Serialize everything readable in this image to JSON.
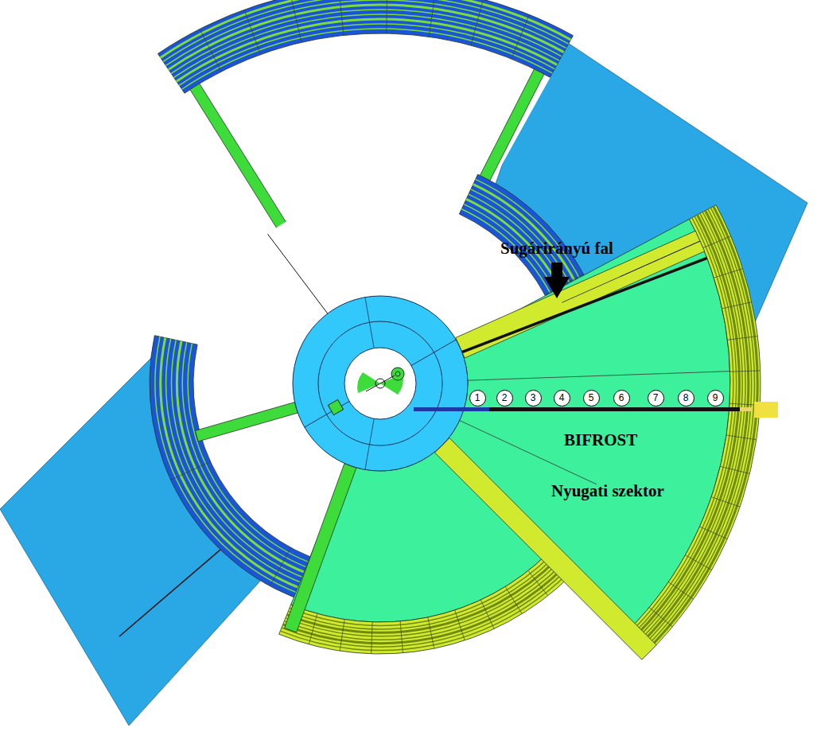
{
  "diagram": {
    "nodes": [
      {
        "text": [
          "1"
        ]
      },
      {
        "text": [
          "2"
        ]
      },
      {
        "text": [
          "3"
        ]
      },
      {
        "text": [
          "4"
        ]
      },
      {
        "text": [
          "5"
        ]
      },
      {
        "text": [
          "6"
        ]
      },
      {
        "text": [
          "7"
        ]
      },
      {
        "text": [
          "8"
        ]
      },
      {
        "text": [
          "9"
        ]
      }
    ],
    "labels": [
      "Sugárirányú fal",
      "BIFROST",
      "Nyugati szektor"
    ]
  }
}
